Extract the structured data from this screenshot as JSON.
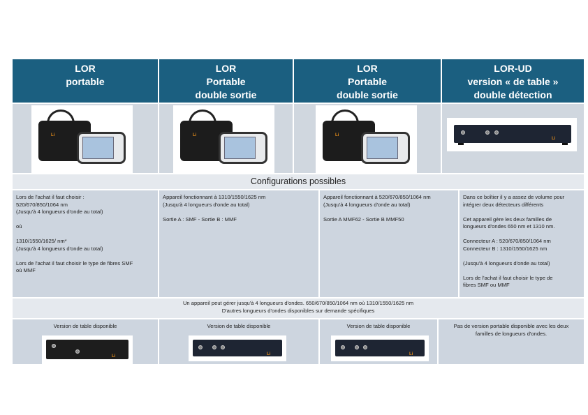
{
  "columns": [
    {
      "title_lines": [
        "LOR",
        "portable"
      ]
    },
    {
      "title_lines": [
        "LOR",
        "Portable",
        "double sortie"
      ]
    },
    {
      "title_lines": [
        "LOR",
        "Portable",
        "double sortie"
      ]
    },
    {
      "title_lines": [
        "LOR-UD",
        "version  « de table »",
        "double détection"
      ]
    }
  ],
  "section_title": "Configurations possibles",
  "configs": [
    [
      "Lors de l'achat il faut choisir :",
      "520/670/850/1064 nm",
      "(Jusqu'à 4 longueurs d'onde au total)",
      "où",
      "1310/1550/1625/ nm*",
      "(Jusqu'à 4 longueurs d'onde au total)",
      "Lors de l'achat il faut choisir  le type de fibres SMF",
      "où MMF"
    ],
    [
      "Appareil fonctionnant à 1310/1550/1625 nm",
      "(Jusqu'à 4 longueurs d'onde au total)",
      "Sortie A : SMF - Sortie B : MMF"
    ],
    [
      "Appareil fonctionnant à 520/670/850/1064 nm",
      "(Jusqu'à 4 longueurs d'onde au total)",
      "Sortie A MMF62 - Sortie B MMF50"
    ],
    [
      "Dans ce boîtier il y a assez de volume pour",
      "intégrer deux détecteurs différents",
      "Cet appareil gère les deux familles de",
      "longueurs d'ondes 650 nm et 1310 nm.",
      "Connecteur A : 520/670/850/1064 nm",
      "Connecteur B : 1310/1550/1625 nm",
      "(Jusqu'à 4 longueurs d'onde au total)",
      "Lors de l'achat il faut choisir  le type de",
      "fibres SMF ou MMF"
    ]
  ],
  "note": [
    "Un appareil peut gérer jusqu'à 4 longueurs d'ondes. 650/670/850/1064 nm où  1310/1550/1625 nm",
    "D'autres longueurs d'ondes disponibles sur demande spécifiques"
  ],
  "table_versions": [
    "Version de table disponible",
    "Version de table disponible",
    "Version de table disponible",
    "Pas de version portable disponible avec les deux",
    "familles de longueurs d'ondes."
  ],
  "colors": {
    "header": "#1b5f80",
    "cell": "#cdd5df",
    "light": "#e5e9ee"
  }
}
